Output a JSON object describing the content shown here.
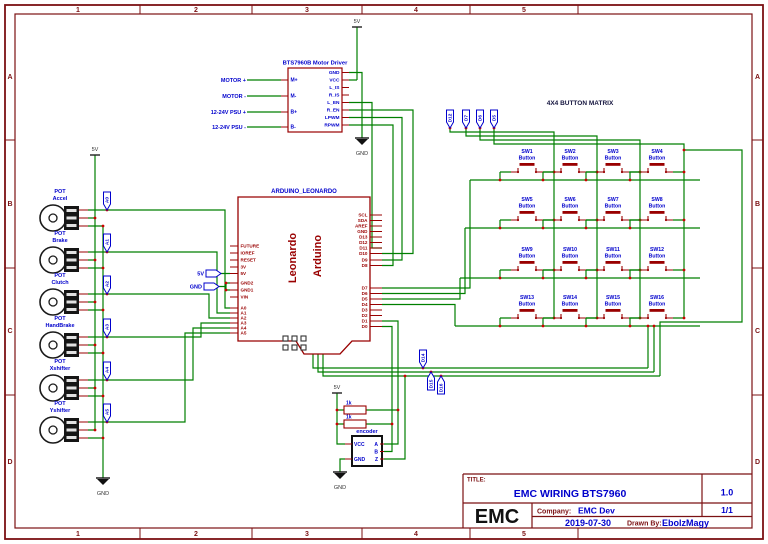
{
  "frame": {
    "columns": [
      "1",
      "2",
      "3",
      "4",
      "5"
    ],
    "rows": [
      "A",
      "B",
      "C",
      "D"
    ]
  },
  "driver": {
    "title": "BTS7960B Motor Driver",
    "left_pins": [
      "M+",
      "M-",
      "B+",
      "B-"
    ],
    "right_pins": [
      "GND",
      "VCC",
      "L_IS",
      "R_IS",
      "L_EN",
      "R_EN",
      "LPWM",
      "RPWM"
    ],
    "inputs": [
      "MOTOR +",
      "MOTOR -",
      "12-24V PSU +",
      "12-24V PSU -"
    ],
    "power_top": "5V",
    "power_bottom": "GND"
  },
  "arduino": {
    "title": "ARDUINO_LEONARDO",
    "body_line1": "Leonardo",
    "body_line2": "Arduino",
    "left_pins": [
      "FUTURE",
      "IOREF",
      "RESET",
      "3V",
      "5V",
      "GND2",
      "GND1",
      "VIN",
      "A0",
      "A1",
      "A2",
      "A3",
      "A4",
      "A5"
    ],
    "right_pins": [
      "SCL",
      "SDA",
      "AREF",
      "GND",
      "D13",
      "D12",
      "D11",
      "D10",
      "D9",
      "D8",
      "D7",
      "D6",
      "D5",
      "D4",
      "D3",
      "D2",
      "D1",
      "D0"
    ],
    "flag_5v": "5V",
    "flag_gnd": "GND"
  },
  "pots": {
    "power_top": "5V",
    "power_bottom": "GND",
    "items": [
      {
        "line1": "POT",
        "line2": "Accel",
        "net": "A0"
      },
      {
        "line1": "POT",
        "line2": "Brake",
        "net": "A1"
      },
      {
        "line1": "POT",
        "line2": "Clutch",
        "net": "A2"
      },
      {
        "line1": "POT",
        "line2": "HandBrake",
        "net": "A3"
      },
      {
        "line1": "POT",
        "line2": "Xshifter",
        "net": "A4"
      },
      {
        "line1": "POT",
        "line2": "Yshifter",
        "net": "A5"
      }
    ]
  },
  "matrix": {
    "title": "4X4 BUTTON MATRIX",
    "column_flags": [
      "D12",
      "D7",
      "D6",
      "D5"
    ],
    "switches": [
      {
        "id": "SW1",
        "label": "Button"
      },
      {
        "id": "SW2",
        "label": "Button"
      },
      {
        "id": "SW3",
        "label": "Button"
      },
      {
        "id": "SW4",
        "label": "Button"
      },
      {
        "id": "SW5",
        "label": "Button"
      },
      {
        "id": "SW6",
        "label": "Button"
      },
      {
        "id": "SW7",
        "label": "Button"
      },
      {
        "id": "SW8",
        "label": "Button"
      },
      {
        "id": "SW9",
        "label": "Button"
      },
      {
        "id": "SW10",
        "label": "Button"
      },
      {
        "id": "SW11",
        "label": "Button"
      },
      {
        "id": "SW12",
        "label": "Button"
      },
      {
        "id": "SW13",
        "label": "Button"
      },
      {
        "id": "SW14",
        "label": "Button"
      },
      {
        "id": "SW15",
        "label": "Button"
      },
      {
        "id": "SW16",
        "label": "Button"
      }
    ]
  },
  "encoder": {
    "title": "encoder",
    "left_pins": [
      "VCC",
      "GND"
    ],
    "right_pins": [
      "A",
      "B",
      "Z"
    ],
    "resistor1": "1k",
    "resistor2": "1k",
    "power_top": "5V",
    "power_bottom": "GND",
    "flags": [
      "D14",
      "D15",
      "D16"
    ]
  },
  "title_block": {
    "title_label": "TITLE:",
    "title": "EMC WIRING BTS7960",
    "version": "1.0",
    "logo": "EMC",
    "company_label": "Company:",
    "company": "EMC Dev",
    "page": "1/1",
    "date": "2019-07-30",
    "drawn_label": "Drawn By:",
    "drawn_by": "EbolzMagy"
  },
  "colors": {
    "wire": "#007F00",
    "outline": "#990000",
    "frame": "#7B1113",
    "blue": "#0000CC",
    "dot": "#CC0000",
    "black": "#1a1a1a"
  }
}
